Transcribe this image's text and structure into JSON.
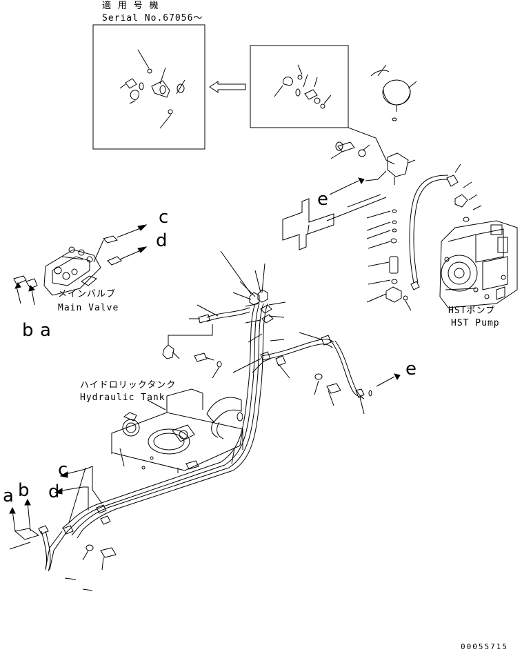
{
  "inset": {
    "line1": "適 用 号 機",
    "line2": "Serial No.67056～"
  },
  "labels": {
    "main_valve_jp": "メインバルブ",
    "main_valve_en": "Main Valve",
    "hst_pump_jp": "HSTポンプ",
    "hst_pump_en": "HST Pump",
    "tank_jp": "ハイドロリックタンク",
    "tank_en": "Hydraulic Tank"
  },
  "letters": {
    "a": "a",
    "b": "b",
    "c": "c",
    "d": "d",
    "e": "e"
  },
  "part_number": "00055715"
}
